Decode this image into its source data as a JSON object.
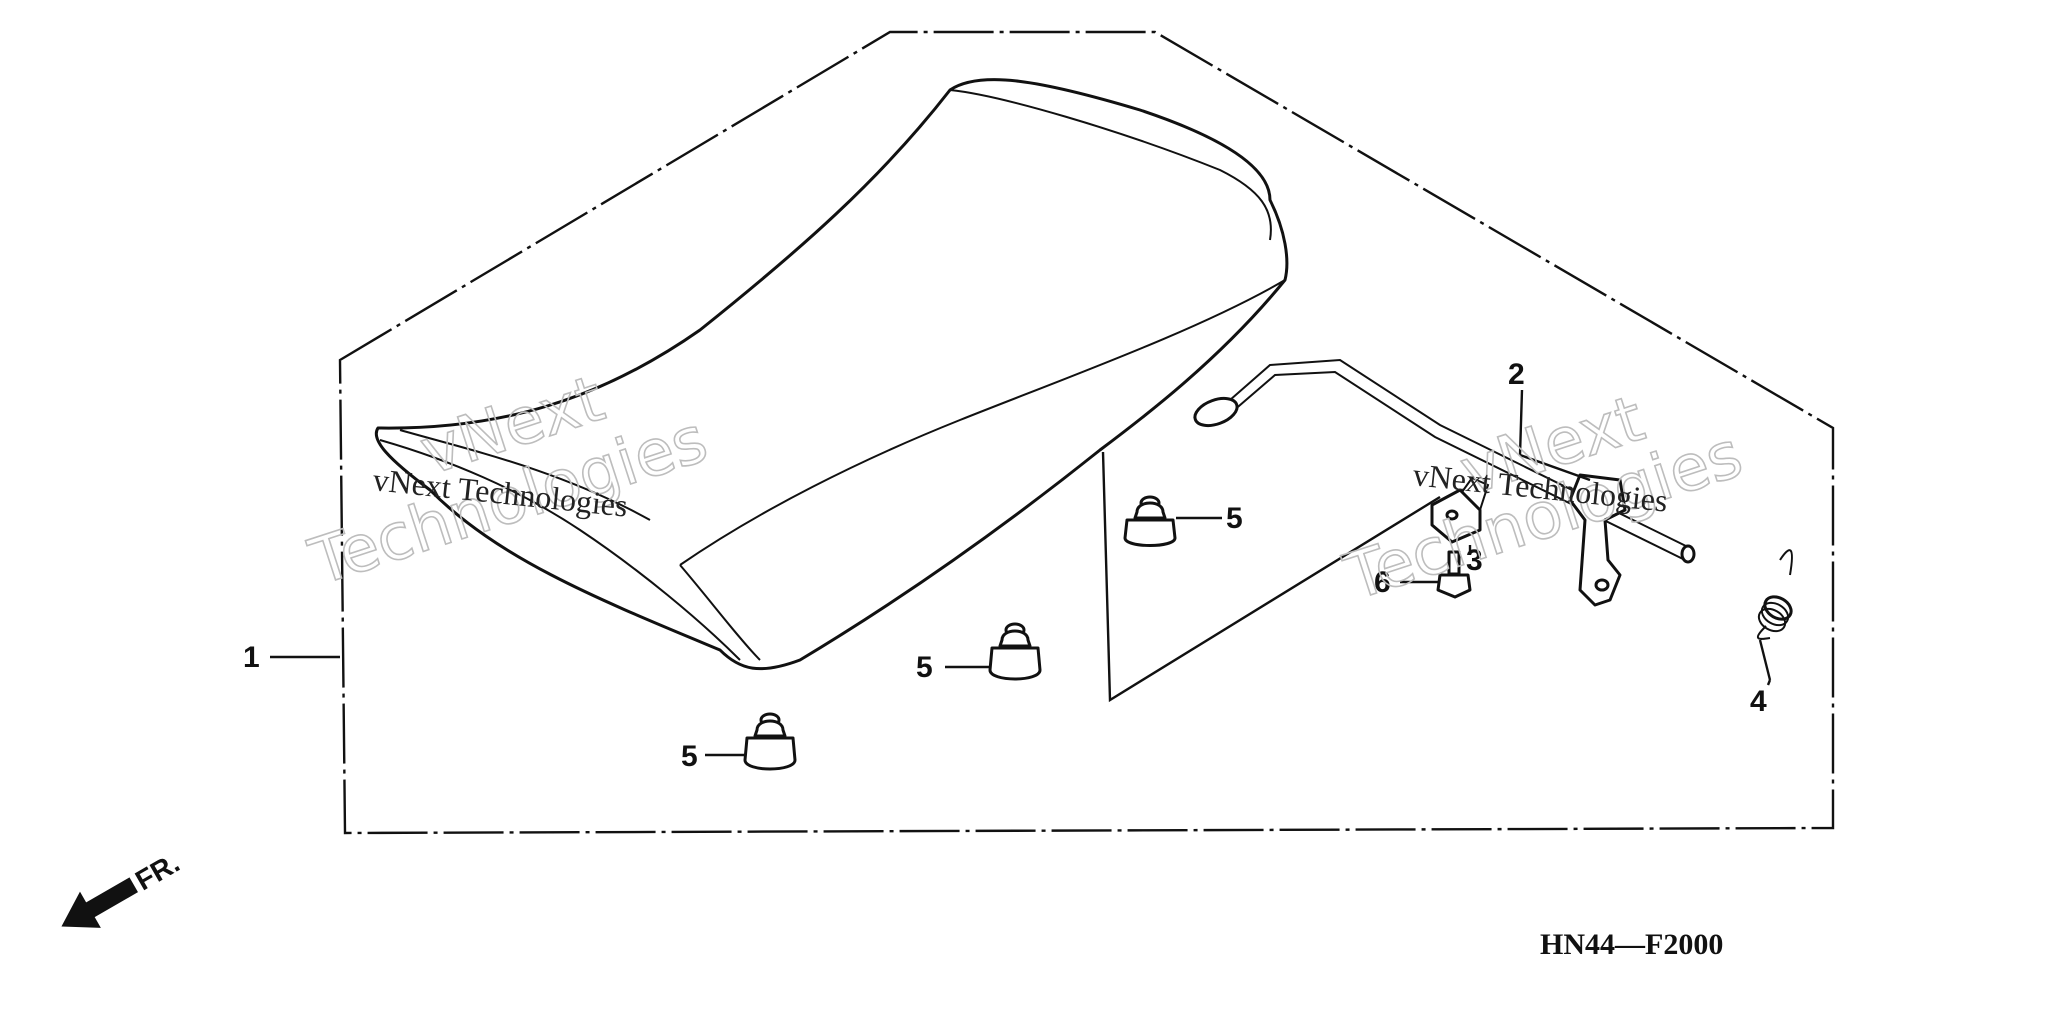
{
  "diagram": {
    "code": "HN44—F2000",
    "direction_label": "FR.",
    "watermark_small": "vNext Technologies",
    "watermark_big_1": "vNext",
    "watermark_big_2": "Technologies",
    "callouts": {
      "c1": "1",
      "c2": "2",
      "c3": "3",
      "c4": "4",
      "c5a": "5",
      "c5b": "5",
      "c5c": "5",
      "c6": "6"
    }
  }
}
